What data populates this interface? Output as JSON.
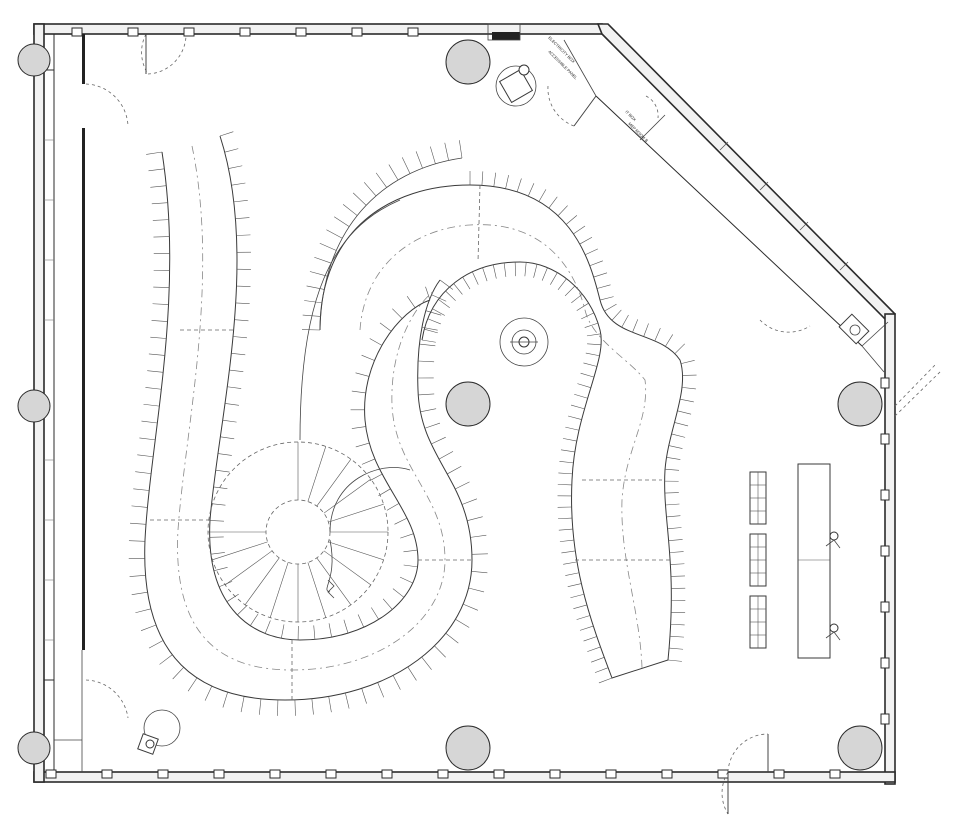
{
  "plan": {
    "room_labels": {
      "extinguisher": "ELECTRICITY BOX",
      "electrical_panel": "ACCESSIBLE PANEL",
      "it_box": "IT BOX",
      "mep": "MEP ROOM B"
    }
  }
}
